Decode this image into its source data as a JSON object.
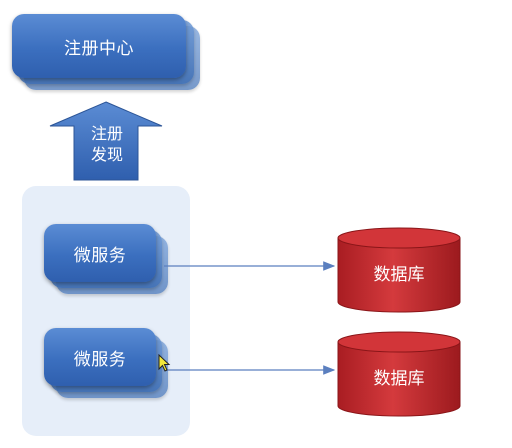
{
  "registry": {
    "label": "注册中心"
  },
  "arrow": {
    "line1": "注册",
    "line2": "发现"
  },
  "services": [
    {
      "label": "微服务"
    },
    {
      "label": "微服务"
    }
  ],
  "databases": [
    {
      "label": "数据库"
    },
    {
      "label": "数据库"
    }
  ],
  "colors": {
    "box_blue": "#3b6fbf",
    "panel_bg": "#e6eef9",
    "db_red": "#c0262a",
    "link_line": "#5b7fbf"
  }
}
